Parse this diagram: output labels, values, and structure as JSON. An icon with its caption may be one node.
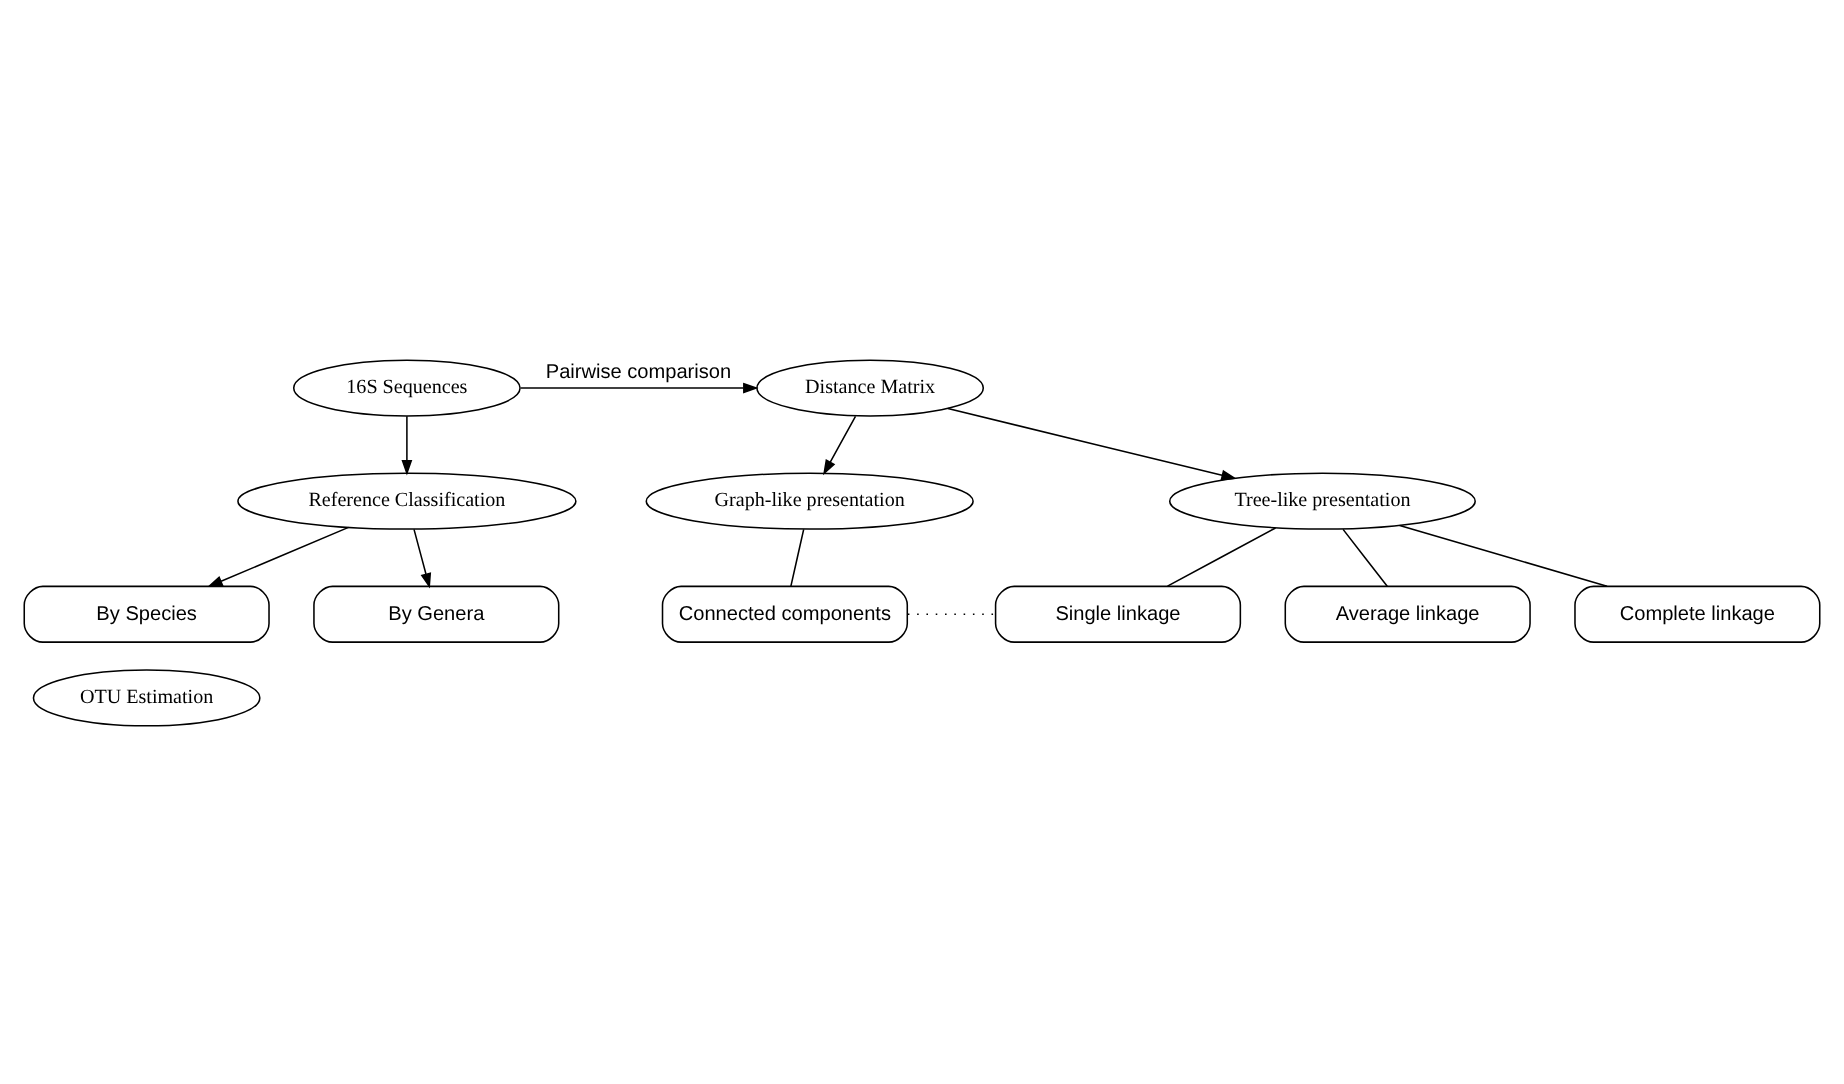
{
  "diagram": {
    "nodes": [
      {
        "text": [
          "16S Sequences"
        ]
      },
      {
        "text": [
          "Distance Matrix"
        ]
      },
      {
        "text": [
          "Reference Classification"
        ]
      },
      {
        "text": [
          "Graph-like presentation"
        ]
      },
      {
        "text": [
          "Tree-like presentation"
        ]
      },
      {
        "text": [
          "By Species"
        ]
      },
      {
        "text": [
          "By Genera"
        ]
      },
      {
        "text": [
          "Connected components"
        ]
      },
      {
        "text": [
          "Single linkage"
        ]
      },
      {
        "text": [
          "Average linkage"
        ]
      },
      {
        "text": [
          "Complete linkage"
        ]
      },
      {
        "text": [
          "OTU Estimation"
        ]
      }
    ],
    "edges": [
      {
        "from": 0,
        "to": 1,
        "arrow": "to",
        "label": "Pairwise comparison"
      },
      {
        "from": 0,
        "to": 2,
        "arrow": "to"
      },
      {
        "from": 1,
        "to": 3,
        "arrow": "to"
      },
      {
        "from": 1,
        "to": 4,
        "arrow": "to"
      },
      {
        "from": 2,
        "to": 5,
        "arrow": "to"
      },
      {
        "from": 2,
        "to": 6,
        "arrow": "to"
      },
      {
        "from": 3,
        "to": 7,
        "arrow": "none"
      },
      {
        "from": 7,
        "to": 8,
        "arrow": "none",
        "style": "dashed"
      },
      {
        "from": 4,
        "to": 8,
        "arrow": "none"
      },
      {
        "from": 4,
        "to": 9,
        "arrow": "none"
      },
      {
        "from": 4,
        "to": 10,
        "arrow": "none"
      }
    ]
  }
}
